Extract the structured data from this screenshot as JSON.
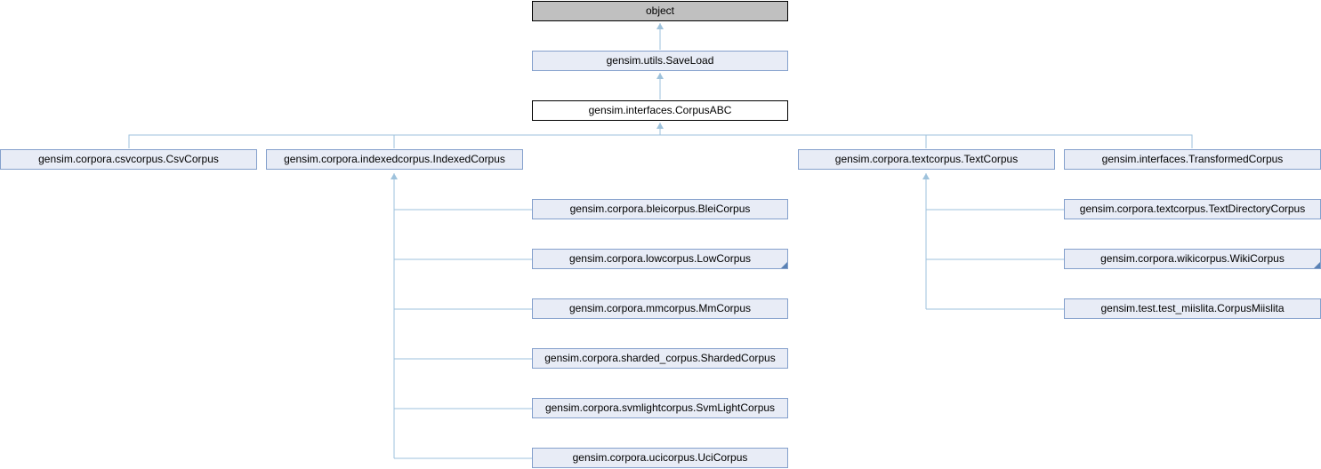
{
  "diagram": {
    "nodes": {
      "object": "object",
      "saveload": "gensim.utils.SaveLoad",
      "corpusabc": "gensim.interfaces.CorpusABC",
      "csvcorpus": "gensim.corpora.csvcorpus.CsvCorpus",
      "indexedcorpus": "gensim.corpora.indexedcorpus.IndexedCorpus",
      "textcorpus": "gensim.corpora.textcorpus.TextCorpus",
      "transformedcorpus": "gensim.interfaces.TransformedCorpus",
      "bleicorpus": "gensim.corpora.bleicorpus.BleiCorpus",
      "lowcorpus": "gensim.corpora.lowcorpus.LowCorpus",
      "mmcorpus": "gensim.corpora.mmcorpus.MmCorpus",
      "shardedcorpus": "gensim.corpora.sharded_corpus.ShardedCorpus",
      "svmlightcorpus": "gensim.corpora.svmlightcorpus.SvmLightCorpus",
      "ucicorpus": "gensim.corpora.ucicorpus.UciCorpus",
      "textdirectorycorpus": "gensim.corpora.textcorpus.TextDirectoryCorpus",
      "wikicorpus": "gensim.corpora.wikicorpus.WikiCorpus",
      "corpusmiislita": "gensim.test.test_miislita.CorpusMiislita"
    },
    "colors": {
      "edge": "#9ec2dc",
      "node_fill": "#e8ecf6",
      "node_border": "#84a0cc",
      "root_fill": "#c0c0c0"
    }
  }
}
